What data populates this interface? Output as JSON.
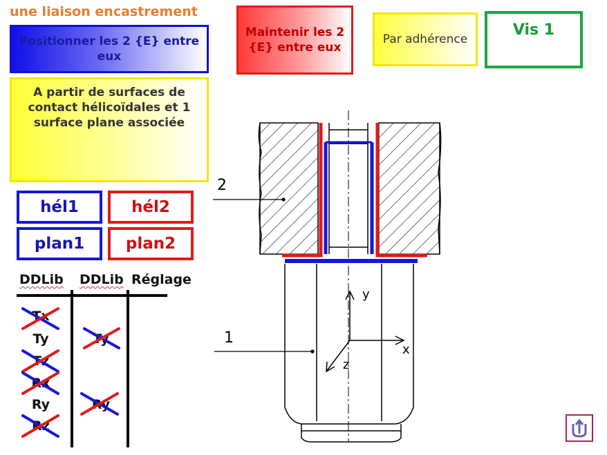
{
  "title": "une liaison encastrement",
  "boxes": {
    "positionner": "Positionner les 2 {E} entre eux",
    "maintenir": "Maintenir les 2 {E} entre eux",
    "adherence": "Par adhérence",
    "vis": "Vis 1",
    "apartir": "A partir de surfaces de contact hélicoïdales et 1 surface plane associée"
  },
  "surfaces": {
    "hel1": "hél1",
    "hel2": "hél2",
    "plan1": "plan1",
    "plan2": "plan2"
  },
  "table": {
    "headers": [
      "DDLib",
      "DDLib",
      "Réglage"
    ],
    "col1": [
      "Tx",
      "Ty",
      "Tz",
      "Rx",
      "Ry",
      "Rz"
    ],
    "col2": [
      "Ty",
      "Ry"
    ]
  },
  "drawing": {
    "label_2": "2",
    "label_1": "1",
    "axis_y": "y",
    "axis_x": "x",
    "axis_z": "z"
  },
  "colors": {
    "blue": "#1616d8",
    "red": "#e01a1a",
    "green": "#1ea642",
    "yellow": "#f2e600",
    "orange": "#e87d2e"
  },
  "icons": [
    "home-return-icon"
  ]
}
